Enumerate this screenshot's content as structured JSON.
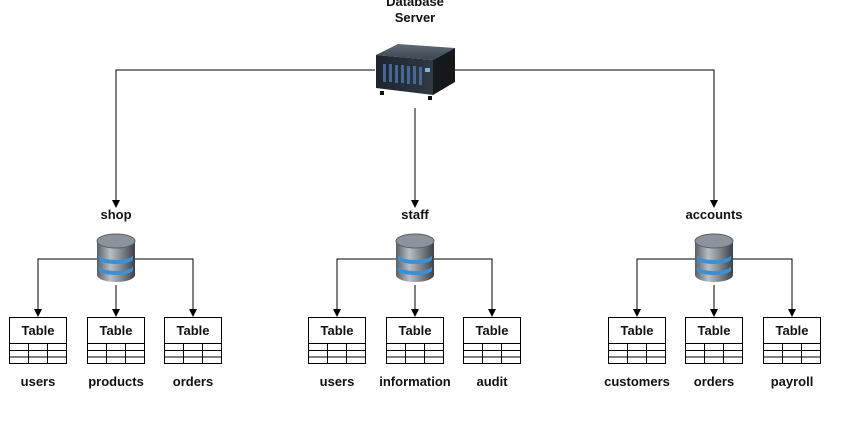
{
  "server": {
    "title_line1": "Database",
    "title_line2": "Server",
    "icon": "server-rack-icon"
  },
  "table_icon_text": "Table",
  "databases": [
    {
      "name": "shop",
      "icon": "database-cylinder-icon",
      "tables": [
        {
          "name": "users"
        },
        {
          "name": "products"
        },
        {
          "name": "orders"
        }
      ]
    },
    {
      "name": "staff",
      "icon": "database-cylinder-icon",
      "tables": [
        {
          "name": "users"
        },
        {
          "name": "information"
        },
        {
          "name": "audit"
        }
      ]
    },
    {
      "name": "accounts",
      "icon": "database-cylinder-icon",
      "tables": [
        {
          "name": "customers"
        },
        {
          "name": "orders"
        },
        {
          "name": "payroll"
        }
      ]
    }
  ],
  "colors": {
    "line": "#000000",
    "db_stripe": "#3a8fd6",
    "server_body": "#2b3440"
  }
}
